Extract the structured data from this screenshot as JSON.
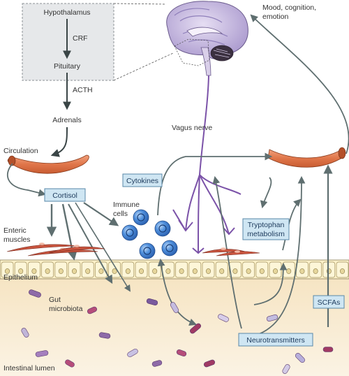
{
  "hpa": {
    "hypothalamus": "Hypothalamus",
    "crf": "CRF",
    "pituitary": "Pituitary",
    "acth": "ACTH",
    "adrenals": "Adrenals"
  },
  "labels": {
    "mood_line1": "Mood, cognition,",
    "mood_line2": "emotion",
    "vagus": "Vagus nerve",
    "circulation": "Circulation",
    "cortisol": "Cortisol",
    "cytokines": "Cytokines",
    "immune_line1": "Immune",
    "immune_line2": "cells",
    "enteric_line1": "Enteric",
    "enteric_line2": "muscles",
    "epithelium": "Epithelium",
    "gut_line1": "Gut",
    "gut_line2": "microbiota",
    "tryptophan_line1": "Tryptophan",
    "tryptophan_line2": "metabolism",
    "scfas": "SCFAs",
    "neurotransmitters": "Neurotransmitters",
    "lumen": "Intestinal lumen"
  },
  "colors": {
    "vessel": "#e07a4f",
    "nerve": "#7b52a8",
    "arrow": "#5f6f70",
    "box_fill": "#cfe6f3",
    "box_stroke": "#5a88a8",
    "immune_cell": "#3f7ed0",
    "muscle": "#c0503f",
    "lumen": "#f3e2c0"
  }
}
